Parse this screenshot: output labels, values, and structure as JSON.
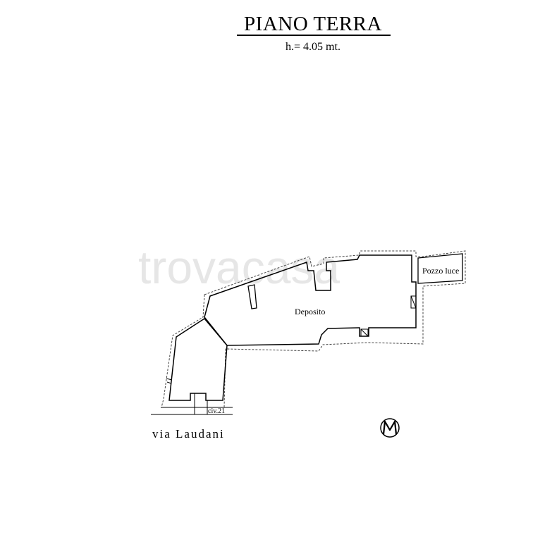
{
  "plan": {
    "title": "PIANO TERRA",
    "height_note": "h.= 4.05 mt.",
    "rooms": {
      "deposito": "Deposito",
      "pozzo_luce": "Pozzo luce"
    },
    "civic_number": "civ.21",
    "street": "via Laudani"
  },
  "watermark": {
    "text": "trovacasa"
  }
}
